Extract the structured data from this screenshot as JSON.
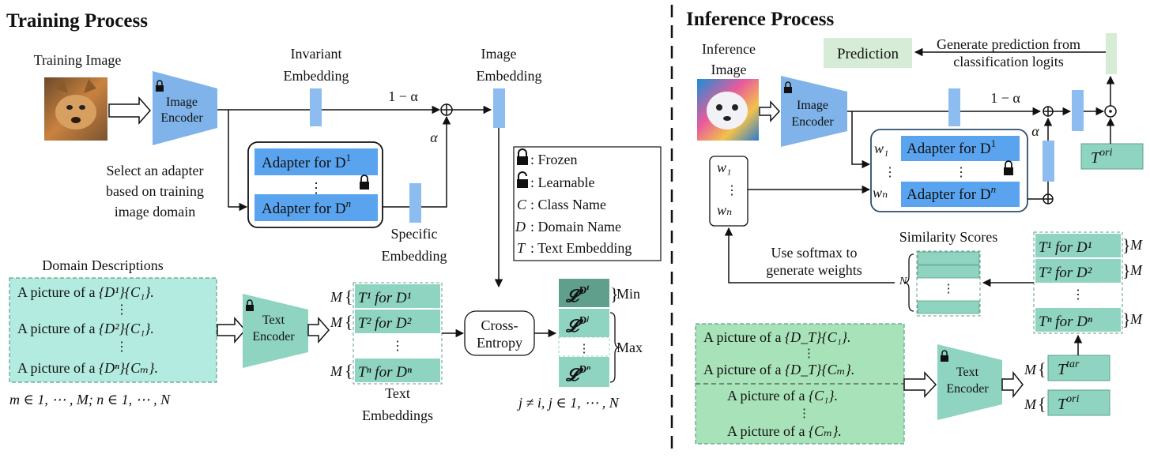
{
  "training": {
    "title": "Training Process",
    "training_image_label": "Training Image",
    "image_encoder": [
      "Image",
      "Encoder"
    ],
    "invariant_embedding": [
      "Invariant",
      "Embedding"
    ],
    "one_minus_alpha": "1 − α",
    "alpha": "α",
    "image_embedding": [
      "Image",
      "Embedding"
    ],
    "select_adapter": [
      "Select an adapter",
      "based on training",
      "image domain"
    ],
    "adapter_d1": "Adapter for D",
    "adapter_d1_sup": "1",
    "adapter_dn": "Adapter for D",
    "adapter_dn_sup": "n",
    "vdots": "⋮",
    "specific_embedding": [
      "Specific",
      "Embedding"
    ],
    "legend": {
      "frozen": ": Frozen",
      "learnable": ": Learnable",
      "c_key": "C",
      "c_val": ": Class Name",
      "d_key": "D",
      "d_val": ": Domain Name",
      "t_key": "T",
      "t_val": ": Text Embedding"
    },
    "domain_descriptions_title": "Domain Descriptions",
    "desc_prefix": "A picture of a",
    "desc_1": "{D¹}{C₁}.",
    "desc_2": "{D²}{C₁}.",
    "desc_n": "{Dⁿ}{Cₘ}.",
    "m_range": "m ∈ 1, ⋯ , M; n ∈ 1, ⋯ , N",
    "text_encoder": [
      "Text",
      "Encoder"
    ],
    "m_label": "M",
    "t1_d1": "T¹ for D¹",
    "t2_d2": "T² for D²",
    "tn_dn": "Tⁿ for Dⁿ",
    "text_embeddings": [
      "Text",
      "Embeddings"
    ],
    "cross_entropy": [
      "Cross-",
      "Entropy"
    ],
    "loss_i": "𝓛",
    "loss_i_sup": "Dⁱ",
    "loss_j_sup": "Dʲ",
    "loss_n_sup": "Dⁿ",
    "min": "Min",
    "max": "Max",
    "j_range": "j ≠ i, j ∈ 1, ⋯ , N"
  },
  "inference": {
    "title": "Inference Process",
    "inference_image_label": [
      "Inference",
      "Image"
    ],
    "image_encoder": [
      "Image",
      "Encoder"
    ],
    "prediction": "Prediction",
    "generate_prediction": [
      "Generate prediction from",
      "classification logits"
    ],
    "one_minus_alpha": "1 − α",
    "alpha": "α",
    "w1": "w₁",
    "wn": "wₙ",
    "adapter_d1": "Adapter for D",
    "adapter_d1_sup": "1",
    "adapter_dn": "Adapter for D",
    "adapter_dn_sup": "n",
    "t_ori": "T",
    "t_ori_sup": "ori",
    "t_tar_sup": "tar",
    "similarity_scores": "Similarity Scores",
    "softmax": [
      "Use softmax to",
      "generate weights"
    ],
    "n_label": "N",
    "m_label": "M",
    "t1_d1": "T¹ for D¹",
    "t2_d2": "T² for D²",
    "tn_dn": "Tⁿ for Dⁿ",
    "desc_prefix": "A picture of a",
    "desc_dt_c1": "{D_T}{C₁}.",
    "desc_dt_cm": "{D_T}{Cₘ}.",
    "desc_c1": "{C₁}.",
    "desc_cm": "{Cₘ}.",
    "text_encoder": [
      "Text",
      "Encoder"
    ]
  },
  "colors": {
    "encoder_blue": "#7fb3ea",
    "embed_blue": "#8dbdf0",
    "adapter_blue": "#5aa4ef",
    "teal_light": "#b3ebe0",
    "teal": "#8ed4c0",
    "teal_dark": "#5f9f8b",
    "green_pred": "#d6ecd6",
    "green_desc": "#a8e2b8"
  }
}
